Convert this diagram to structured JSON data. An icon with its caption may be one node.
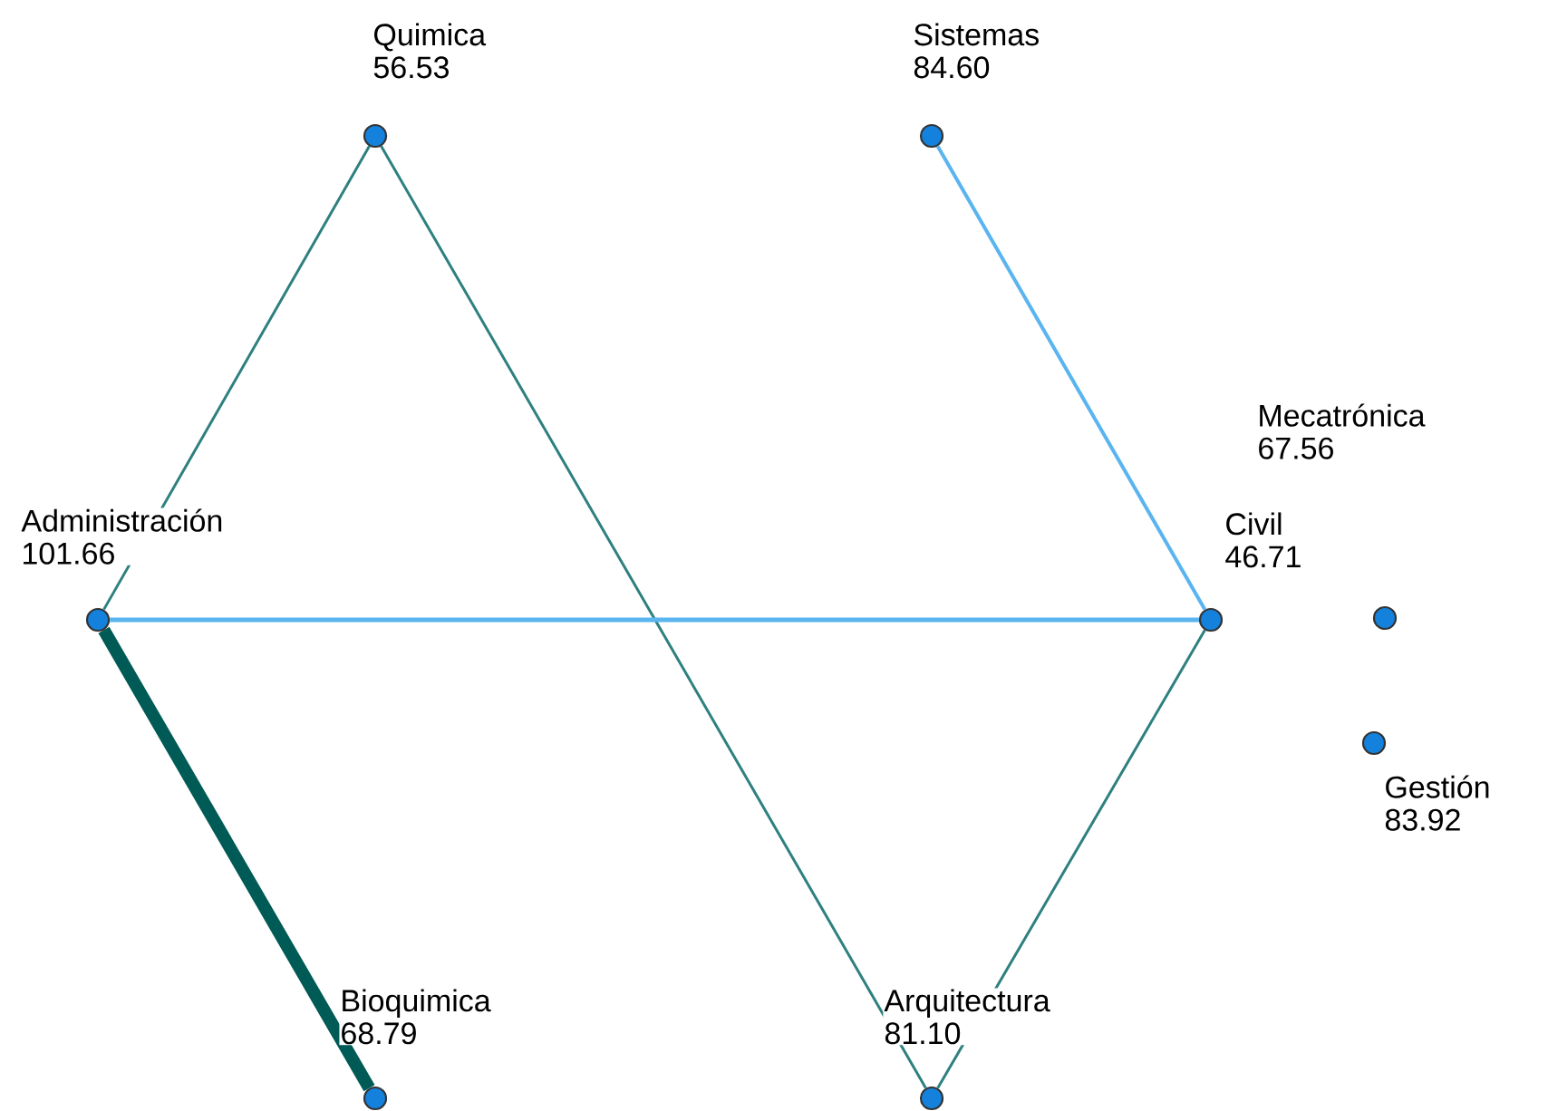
{
  "diagram": {
    "nodes": [
      {
        "text": [],
        "shape": "circle",
        "beside": [
          "Quimica",
          "56.53"
        ]
      },
      {
        "text": [],
        "shape": "circle",
        "beside": [
          "Sistemas",
          "84.60"
        ]
      },
      {
        "text": [],
        "shape": "circle",
        "beside": [
          "Mecatrónica",
          "67.56"
        ]
      },
      {
        "text": [],
        "shape": "circle",
        "beside": [
          "Administración",
          "101.66"
        ]
      },
      {
        "text": [],
        "shape": "circle",
        "beside": [
          "Civil",
          "46.71"
        ]
      },
      {
        "text": [],
        "shape": "circle",
        "beside": [
          "Gestión",
          "83.92"
        ]
      },
      {
        "text": [],
        "shape": "circle",
        "beside": [
          "Bioquimica",
          "68.79"
        ]
      },
      {
        "text": [],
        "shape": "circle",
        "beside": [
          "Arquitectura",
          "81.10"
        ]
      }
    ],
    "edges": [
      {
        "from": 0,
        "to": 3,
        "arrow": "none"
      },
      {
        "from": 0,
        "to": 7,
        "arrow": "none"
      },
      {
        "from": 1,
        "to": 4,
        "arrow": "none",
        "color": "#5ab4f0"
      },
      {
        "from": 3,
        "to": 4,
        "arrow": "none",
        "color": "#5ab4f0"
      },
      {
        "from": 3,
        "to": 6,
        "arrow": "none",
        "style": "thick",
        "color": "#005a55"
      },
      {
        "from": 4,
        "to": 7,
        "arrow": "none"
      }
    ]
  }
}
